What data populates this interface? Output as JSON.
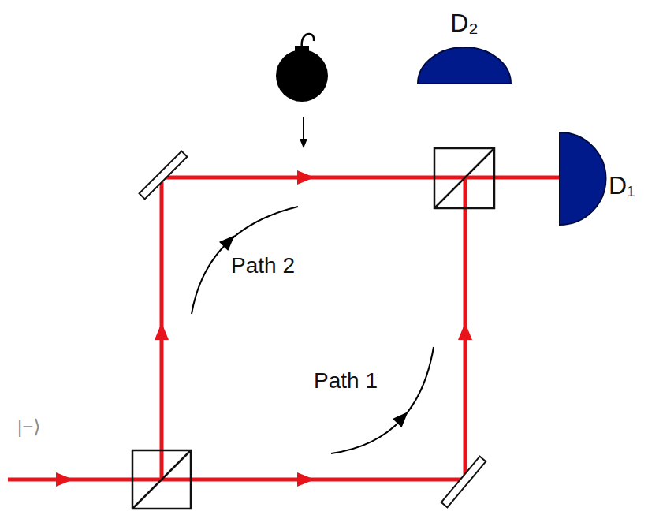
{
  "diagram": {
    "labels": [
      "D₂",
      "D₁",
      "Path 2",
      "Path 1",
      "|−⟩"
    ]
  }
}
